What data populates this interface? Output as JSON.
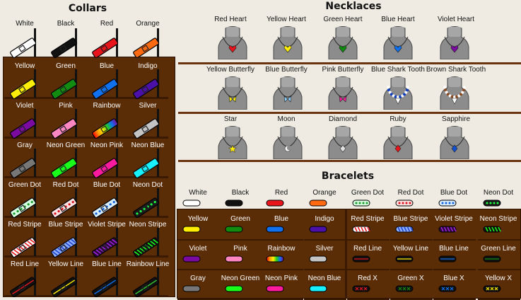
{
  "colors": {
    "shelf": "#5a2d06",
    "shelf_border": "#2e1400",
    "background": "#efebe3",
    "bust": "#8c8c8c"
  },
  "collars": {
    "heading": "Collars",
    "items": [
      {
        "label": "White",
        "color": "#ffffff",
        "pattern": "solid"
      },
      {
        "label": "Black",
        "color": "#111111",
        "pattern": "solid"
      },
      {
        "label": "Red",
        "color": "#e8141b",
        "pattern": "solid"
      },
      {
        "label": "Orange",
        "color": "#ff6a10",
        "pattern": "solid"
      },
      {
        "label": "Yellow",
        "color": "#ffee00",
        "pattern": "solid"
      },
      {
        "label": "Green",
        "color": "#118c11",
        "pattern": "solid"
      },
      {
        "label": "Blue",
        "color": "#1070ee",
        "pattern": "solid"
      },
      {
        "label": "Indigo",
        "color": "#4a10a8",
        "pattern": "solid"
      },
      {
        "label": "Violet",
        "color": "#7b0aa0",
        "pattern": "solid"
      },
      {
        "label": "Pink",
        "color": "#ff86c0",
        "pattern": "solid"
      },
      {
        "label": "Rainbow",
        "color": "#ff0000",
        "pattern": "rainbow"
      },
      {
        "label": "Silver",
        "color": "#c4c4c4",
        "pattern": "solid"
      },
      {
        "label": "Gray",
        "color": "#777777",
        "pattern": "solid"
      },
      {
        "label": "Neon Green",
        "color": "#19ff19",
        "pattern": "solid"
      },
      {
        "label": "Neon Pink",
        "color": "#ff1a9e",
        "pattern": "solid"
      },
      {
        "label": "Neon Blue",
        "color": "#19f0ff",
        "pattern": "solid"
      },
      {
        "label": "Green Dot",
        "color": "#d6ffe0",
        "pattern": "dot",
        "accent": "#1a9a2a"
      },
      {
        "label": "Red Dot",
        "color": "#ffe0e0",
        "pattern": "dot",
        "accent": "#e0101a"
      },
      {
        "label": "Blue Dot",
        "color": "#d8ecff",
        "pattern": "dot",
        "accent": "#1060e0"
      },
      {
        "label": "Neon Dot",
        "color": "#1a1a1a",
        "pattern": "dot",
        "accent": "#1aff40"
      },
      {
        "label": "Red Stripe",
        "color": "#ffffff",
        "pattern": "stripe",
        "accent": "#e8141b"
      },
      {
        "label": "Blue Stripe",
        "color": "#8fb0ff",
        "pattern": "stripe",
        "accent": "#2040d0"
      },
      {
        "label": "Violet Stripe",
        "color": "#2a0a3a",
        "pattern": "stripe",
        "accent": "#a020e0"
      },
      {
        "label": "Neon Stripe",
        "color": "#111111",
        "pattern": "stripe",
        "accent": "#19ff19"
      },
      {
        "label": "Red Line",
        "color": "#111111",
        "pattern": "line",
        "accent": "#e8141b"
      },
      {
        "label": "Yellow Line",
        "color": "#111111",
        "pattern": "line",
        "accent": "#ffee00"
      },
      {
        "label": "Blue Line",
        "color": "#111111",
        "pattern": "line",
        "accent": "#1070ee"
      },
      {
        "label": "Rainbow Line",
        "color": "#111111",
        "pattern": "line",
        "accent": "#33cc33"
      }
    ]
  },
  "necklaces": {
    "heading": "Necklaces",
    "items": [
      {
        "label": "Red Heart",
        "color": "#e8141b",
        "shape": "heart"
      },
      {
        "label": "Yellow Heart",
        "color": "#ffee00",
        "shape": "heart"
      },
      {
        "label": "Green Heart",
        "color": "#118c11",
        "shape": "heart"
      },
      {
        "label": "Blue Heart",
        "color": "#1070ee",
        "shape": "heart"
      },
      {
        "label": "Violet Heart",
        "color": "#7b0aa0",
        "shape": "heart"
      },
      {
        "label": "Yellow Butterfly",
        "color": "#ffee00",
        "shape": "butterfly"
      },
      {
        "label": "Blue Butterfly",
        "color": "#8fd0ff",
        "shape": "butterfly"
      },
      {
        "label": "Pink Butterfly",
        "color": "#ff1a9e",
        "shape": "butterfly"
      },
      {
        "label": "Blue Shark Tooth",
        "color": "#ffffff",
        "shape": "tooth",
        "accent": "#1040c0"
      },
      {
        "label": "Brown Shark Tooth",
        "color": "#ffffff",
        "shape": "tooth",
        "accent": "#8a4a20"
      },
      {
        "label": "Star",
        "color": "#ffee00",
        "shape": "star"
      },
      {
        "label": "Moon",
        "color": "#ffffff",
        "shape": "moon"
      },
      {
        "label": "Diamond",
        "color": "#e0e0e0",
        "shape": "diamond"
      },
      {
        "label": "Ruby",
        "color": "#e8141b",
        "shape": "diamond"
      },
      {
        "label": "Sapphire",
        "color": "#1050d0",
        "shape": "diamond"
      }
    ]
  },
  "bracelets": {
    "heading": "Bracelets",
    "items": [
      {
        "label": "White",
        "color": "#ffffff",
        "pattern": "solid"
      },
      {
        "label": "Black",
        "color": "#111111",
        "pattern": "solid"
      },
      {
        "label": "Red",
        "color": "#e8141b",
        "pattern": "solid"
      },
      {
        "label": "Orange",
        "color": "#ff6a10",
        "pattern": "solid"
      },
      {
        "label": "Green Dot",
        "color": "#d6ffe0",
        "pattern": "dot",
        "accent": "#1a9a2a"
      },
      {
        "label": "Red Dot",
        "color": "#ffe0e0",
        "pattern": "dot",
        "accent": "#e0101a"
      },
      {
        "label": "Blue Dot",
        "color": "#d8ecff",
        "pattern": "dot",
        "accent": "#1060e0"
      },
      {
        "label": "Neon Dot",
        "color": "#1a1a1a",
        "pattern": "dot",
        "accent": "#1aff40"
      },
      {
        "label": "Yellow",
        "color": "#ffee00",
        "pattern": "solid"
      },
      {
        "label": "Green",
        "color": "#118c11",
        "pattern": "solid"
      },
      {
        "label": "Blue",
        "color": "#1070ee",
        "pattern": "solid"
      },
      {
        "label": "Indigo",
        "color": "#4a10a8",
        "pattern": "solid"
      },
      {
        "label": "Red Stripe",
        "color": "#ffffff",
        "pattern": "stripe",
        "accent": "#e8141b"
      },
      {
        "label": "Blue Stripe",
        "color": "#8fb0ff",
        "pattern": "stripe",
        "accent": "#2040d0"
      },
      {
        "label": "Violet Stripe",
        "color": "#2a0a3a",
        "pattern": "stripe",
        "accent": "#a020e0"
      },
      {
        "label": "Neon Stripe",
        "color": "#111111",
        "pattern": "stripe",
        "accent": "#19ff19"
      },
      {
        "label": "Violet",
        "color": "#7b0aa0",
        "pattern": "solid"
      },
      {
        "label": "Pink",
        "color": "#ff86c0",
        "pattern": "solid"
      },
      {
        "label": "Rainbow",
        "color": "#ff0000",
        "pattern": "rainbow"
      },
      {
        "label": "Silver",
        "color": "#c4c4c4",
        "pattern": "solid"
      },
      {
        "label": "Red Line",
        "color": "#111111",
        "pattern": "line",
        "accent": "#e8141b"
      },
      {
        "label": "Yellow Line",
        "color": "#111111",
        "pattern": "line",
        "accent": "#ffee00"
      },
      {
        "label": "Blue Line",
        "color": "#111111",
        "pattern": "line",
        "accent": "#1070ee"
      },
      {
        "label": "Green Line",
        "color": "#111111",
        "pattern": "line",
        "accent": "#118c11"
      },
      {
        "label": "Gray",
        "color": "#777777",
        "pattern": "solid"
      },
      {
        "label": "Neon Green",
        "color": "#19ff19",
        "pattern": "solid"
      },
      {
        "label": "Neon Pink",
        "color": "#ff1a9e",
        "pattern": "solid"
      },
      {
        "label": "Neon Blue",
        "color": "#19f0ff",
        "pattern": "solid"
      },
      {
        "label": "Red X",
        "color": "#111111",
        "pattern": "x",
        "accent": "#e8141b"
      },
      {
        "label": "Green X",
        "color": "#111111",
        "pattern": "x",
        "accent": "#118c11"
      },
      {
        "label": "Blue X",
        "color": "#111111",
        "pattern": "x",
        "accent": "#1070ee"
      },
      {
        "label": "Yellow X",
        "color": "#111111",
        "pattern": "x",
        "accent": "#ffee00"
      }
    ]
  }
}
